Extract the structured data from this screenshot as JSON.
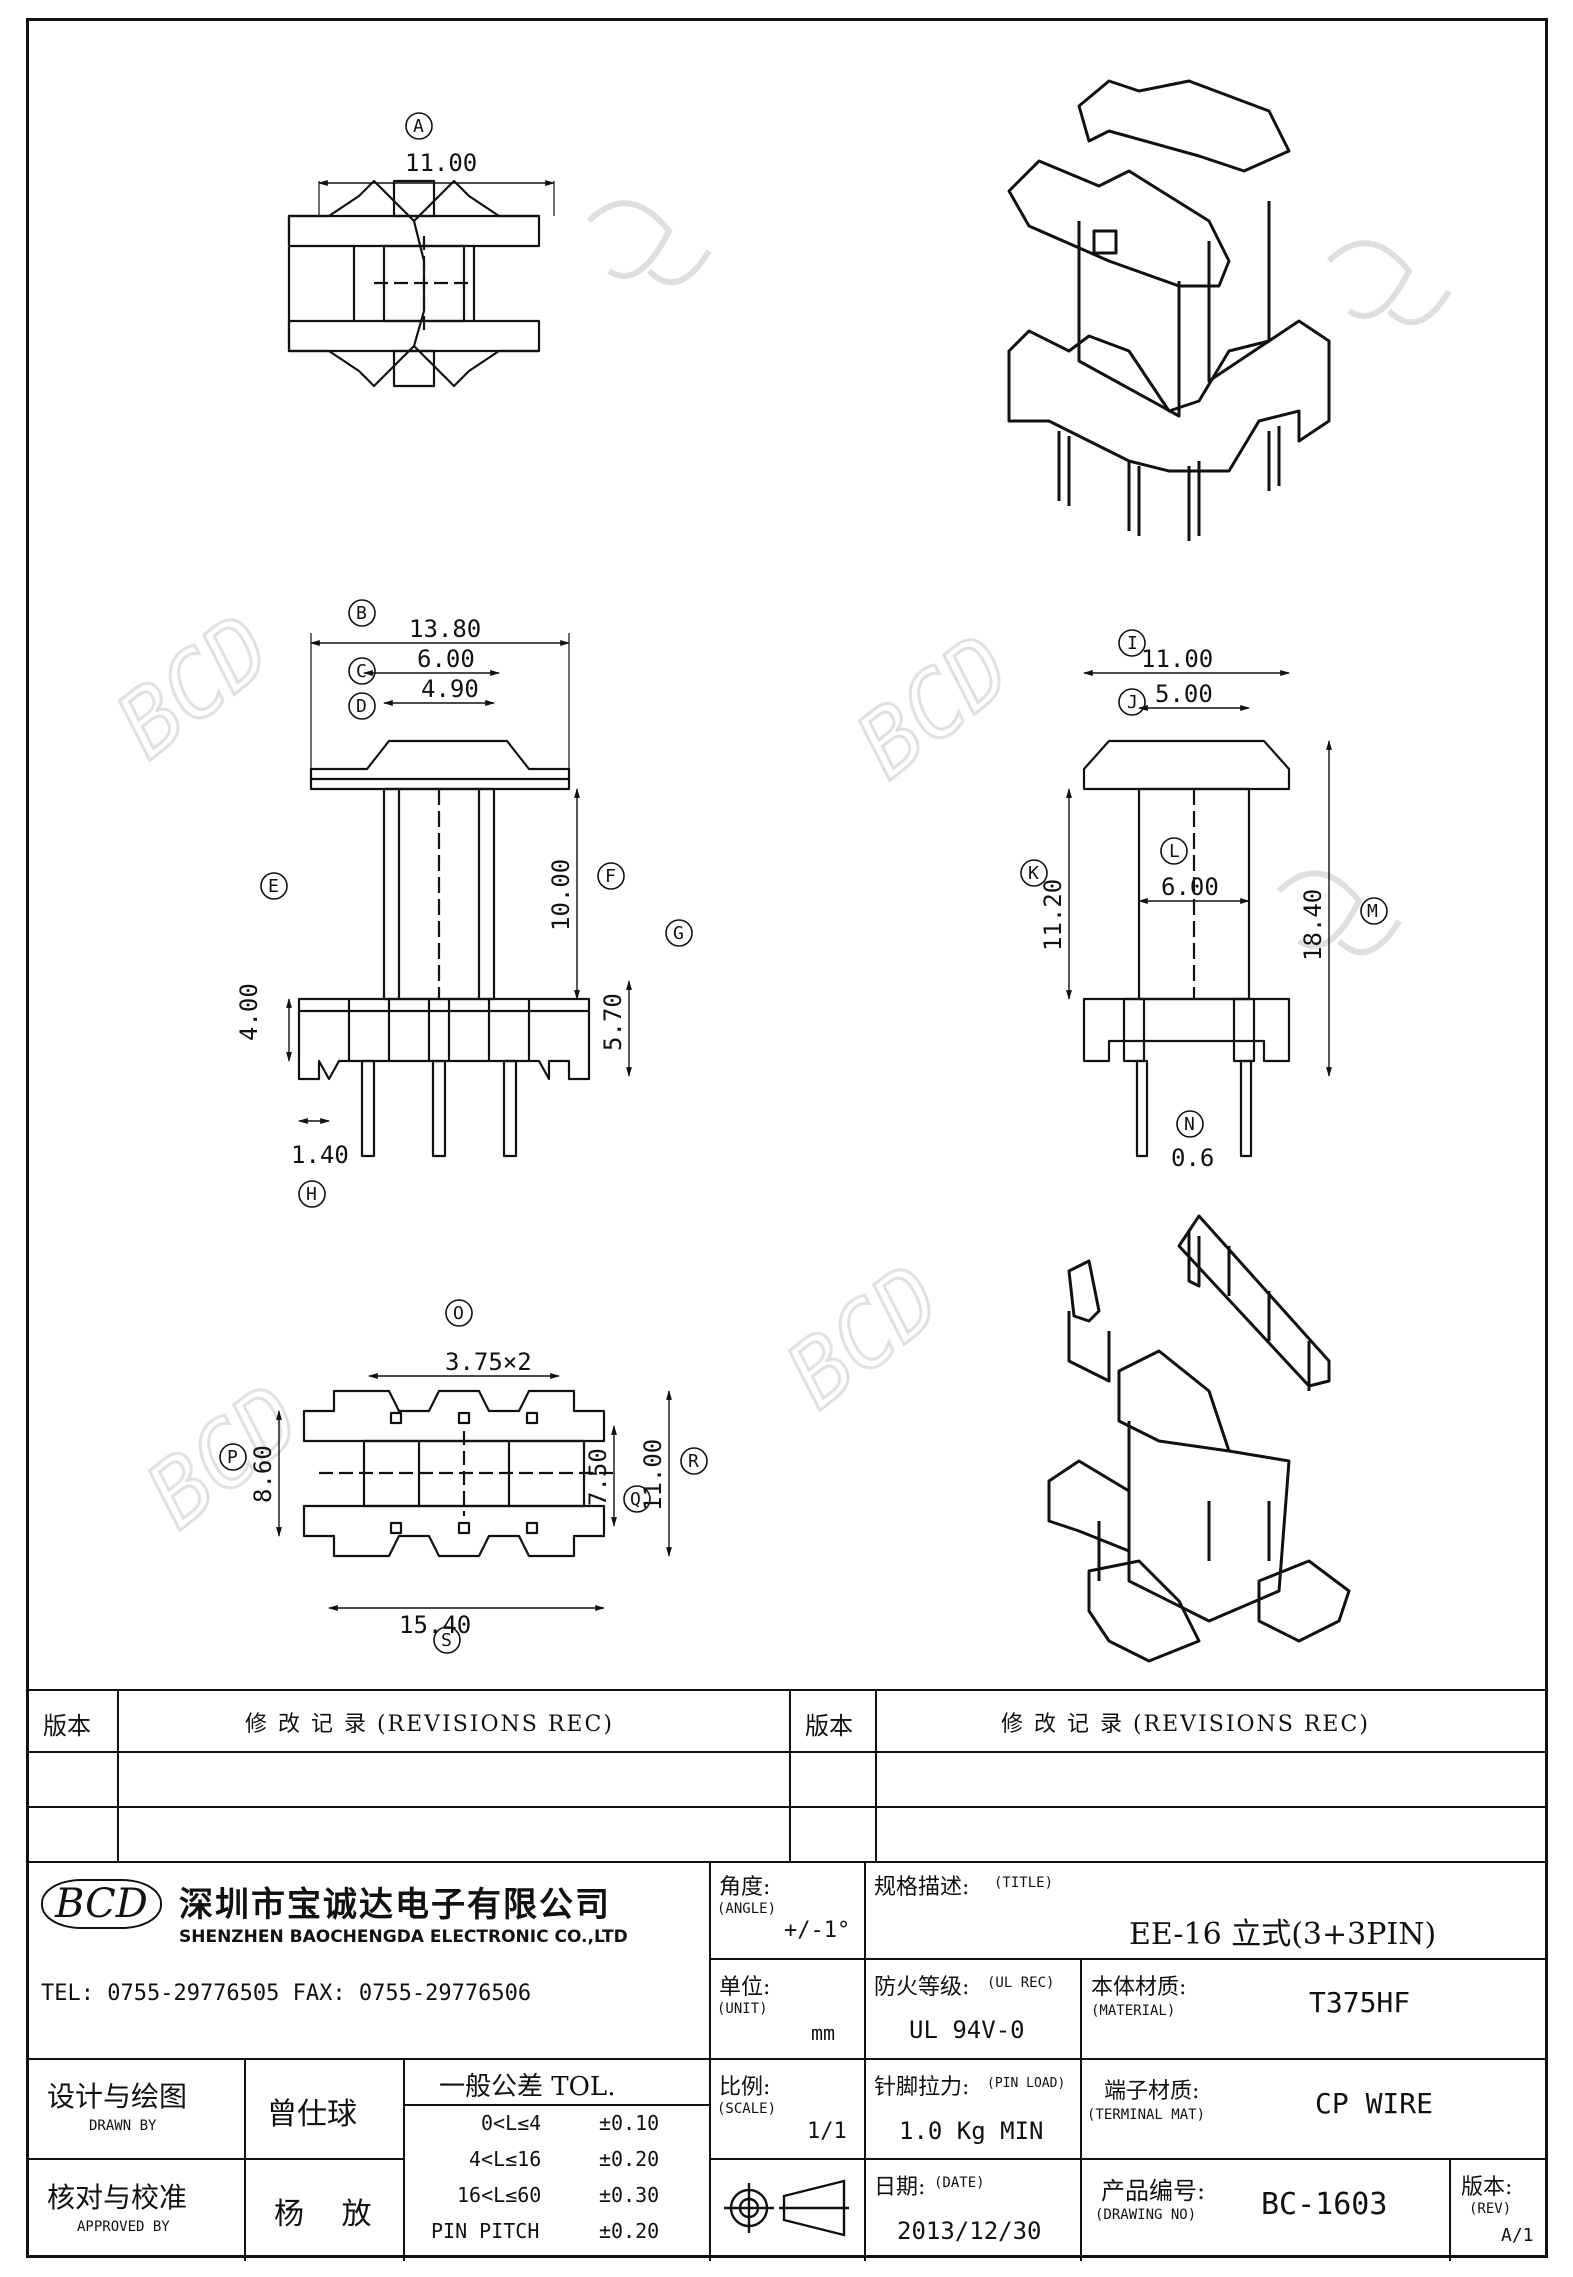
{
  "drawing": {
    "callouts": [
      "A",
      "B",
      "C",
      "D",
      "E",
      "F",
      "G",
      "H",
      "I",
      "J",
      "K",
      "L",
      "M",
      "N",
      "O",
      "P",
      "Q",
      "R",
      "S"
    ],
    "dims": {
      "A": "11.00",
      "B": "13.80",
      "C": "6.00",
      "D": "4.90",
      "E": "4.00",
      "F": "10.00",
      "G": "5.70",
      "H": "1.40",
      "I": "11.00",
      "J": "5.00",
      "K": "11.20",
      "L": "6.00",
      "M": "18.40",
      "N": "0.6",
      "O": "3.75×2",
      "P": "8.60",
      "Q": "7.50",
      "R": "11.00",
      "S": "15.40"
    },
    "watermark": "BCD"
  },
  "revisions": {
    "left_header_version": "版本",
    "left_header_record": "修 改 记 录 (REVISIONS REC)",
    "right_header_version": "版本",
    "right_header_record": "修 改 记 录 (REVISIONS REC)"
  },
  "company": {
    "logo": "BCD",
    "name_cn": "深圳市宝诚达电子有限公司",
    "name_en": "SHENZHEN BAOCHENGDA ELECTRONIC CO.,LTD",
    "tel_fax": "TEL: 0755-29776505  FAX: 0755-29776506"
  },
  "title_block": {
    "angle_label": "角度:",
    "angle_label_en": "(ANGLE)",
    "angle_value": "+/-1°",
    "title_label": "规格描述:",
    "title_label_en": "(TITLE)",
    "title_value": "EE-16 立式(3+3PIN)",
    "unit_label": "单位:",
    "unit_label_en": "(UNIT)",
    "unit_value": "mm",
    "ul_label": "防火等级:",
    "ul_label_en": "(UL REC)",
    "ul_value": "UL 94V-0",
    "material_label": "本体材质:",
    "material_label_en": "(MATERIAL)",
    "material_value": "T375HF",
    "drawn_label": "设计与绘图",
    "drawn_label_en": "DRAWN BY",
    "drawn_value": "曾仕球",
    "tol_header": "一般公差 TOL.",
    "tol_rows": [
      {
        "range": "0<L≤4",
        "value": "±0.10"
      },
      {
        "range": "4<L≤16",
        "value": "±0.20"
      },
      {
        "range": "16<L≤60",
        "value": "±0.30"
      },
      {
        "range": "PIN PITCH",
        "value": "±0.20"
      }
    ],
    "scale_label": "比例:",
    "scale_label_en": "(SCALE)",
    "scale_value": "1/1",
    "pinload_label": "针脚拉力:",
    "pinload_label_en": "(PIN LOAD)",
    "pinload_value": "1.0 Kg MIN",
    "terminal_label": "端子材质:",
    "terminal_label_en": "(TERMINAL MAT)",
    "terminal_value": "CP WIRE",
    "approved_label": "核对与校准",
    "approved_label_en": "APPROVED BY",
    "approved_value": "杨 放",
    "date_label": "日期:",
    "date_label_en": "(DATE)",
    "date_value": "2013/12/30",
    "drawing_no_label": "产品编号:",
    "drawing_no_label_en": "(DRAWING NO)",
    "drawing_no_value": "BC-1603",
    "rev_label": "版本:",
    "rev_label_en": "(REV)",
    "rev_value": "A/1"
  }
}
